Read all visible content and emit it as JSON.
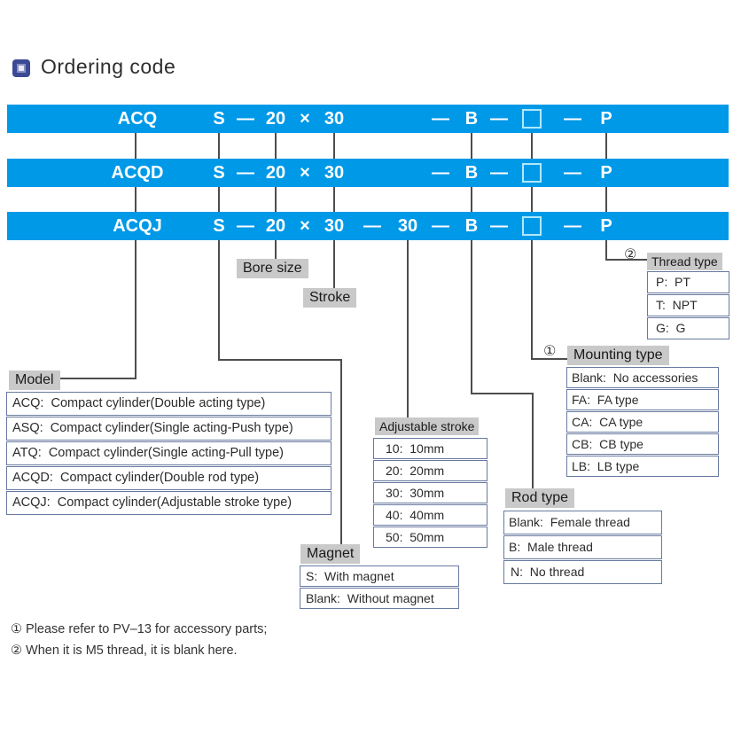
{
  "title": "Ordering code",
  "bars": [
    {
      "code": "ACQ",
      "magnet": "S",
      "dash1": "—",
      "bore": "20",
      "times": "×",
      "stroke": "30",
      "dash2": "—",
      "rod": "B",
      "dash3": "—",
      "square": "placeholder-box",
      "dash4": "—",
      "port": "P"
    },
    {
      "code": "ACQD",
      "magnet": "S",
      "dash1": "—",
      "bore": "20",
      "times": "×",
      "stroke": "30",
      "dash2": "—",
      "rod": "B",
      "dash3": "—",
      "square": "placeholder-box",
      "dash4": "—",
      "port": "P"
    },
    {
      "code": "ACQJ",
      "magnet": "S",
      "dash1": "—",
      "bore": "20",
      "times": "×",
      "stroke": "30",
      "adj_dash": "—",
      "adj": "30",
      "dash2": "—",
      "rod": "B",
      "dash3": "—",
      "square": "placeholder-box",
      "dash4": "—",
      "port": "P"
    }
  ],
  "labels": {
    "model": "Model",
    "bore_size": "Bore size",
    "stroke": "Stroke",
    "adjustable_stroke": "Adjustable stroke",
    "magnet": "Magnet",
    "rod_type": "Rod type",
    "mounting_type": "Mounting type",
    "thread_type": "Thread type"
  },
  "callouts": {
    "one": "①",
    "two": "②"
  },
  "tables": {
    "model": {
      "rows": [
        "ACQ:  Compact cylinder(Double acting type)",
        "ASQ:  Compact cylinder(Single acting-Push type)",
        "ATQ:  Compact cylinder(Single acting-Pull type)",
        "ACQD:  Compact cylinder(Double rod type)",
        "ACQJ:  Compact cylinder(Adjustable stroke type)"
      ]
    },
    "adjustable": {
      "rows": [
        "10:  10mm",
        "20:  20mm",
        "30:  30mm",
        "40:  40mm",
        "50:  50mm"
      ]
    },
    "magnet": {
      "rows": [
        "S:  With magnet",
        "Blank:  Without magnet"
      ]
    },
    "rod": {
      "rows": [
        "Blank:  Female thread",
        "B:  Male thread",
        "N:  No thread"
      ]
    },
    "mounting": {
      "rows": [
        "Blank:  No accessories",
        "FA:  FA type",
        "CA:  CA type",
        "CB:  CB type",
        "LB:  LB type"
      ]
    },
    "thread": {
      "rows": [
        "P:  PT",
        "T:  NPT",
        "G:  G"
      ]
    }
  },
  "footnotes": [
    "① Please refer to PV–13 for accessory parts;",
    "② When it is M5 thread, it is blank here."
  ],
  "colors": {
    "bar_blue": "#0099E8",
    "bar_text": "#FFFFFF",
    "square_outline": "#AEE9FB",
    "label_bg": "#C9C9C9",
    "table_border": "#68799F",
    "connector_line": "#4D4D4D",
    "title_icon": "#3B4A94"
  }
}
